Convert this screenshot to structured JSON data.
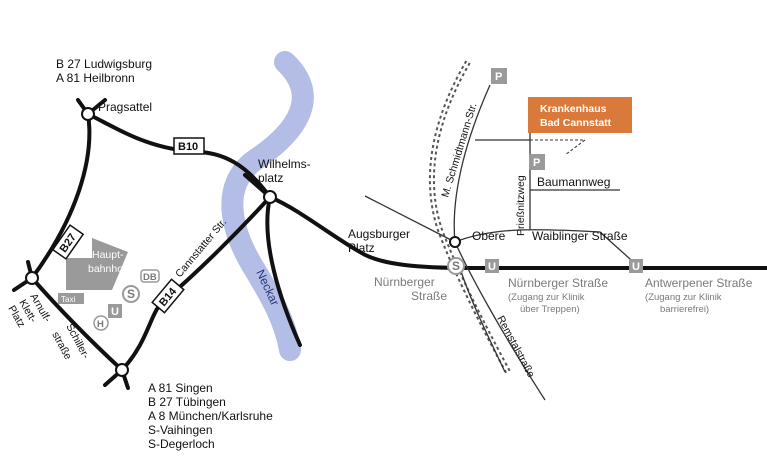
{
  "colors": {
    "road": "#111111",
    "minor_road": "#333333",
    "river": "#b3bde6",
    "station_grey": "#9a9a9a",
    "hospital": "#d97a3a",
    "text_grey": "#7a7a7a"
  },
  "icons": {
    "parking": "P",
    "sbahn": "S",
    "ubahn": "U",
    "bus": "H",
    "db": "DB",
    "taxi": "Taxi"
  },
  "labels": {
    "north_route_1": "B 27 Ludwigsburg",
    "north_route_2": "A 81 Heilbronn",
    "pragsattel": "Pragsattel",
    "b10": "B10",
    "wilhelmsplatz_1": "Wilhelms-",
    "wilhelmsplatz_2": "platz",
    "cannstatter_str": "Cannstatter Str.",
    "b27": "B27",
    "b14": "B14",
    "hbf_1": "Haupt-",
    "hbf_2": "bahnhof",
    "arnulf_1": "Arnulf-",
    "arnulf_2": "Klett-",
    "arnulf_3": "Platz",
    "schiller_1": "Schiller-",
    "schiller_2": "straße",
    "south_route_1": "A 81 Singen",
    "south_route_2": "B 27 Tübingen",
    "south_route_3": "A 8 München/Karlsruhe",
    "south_route_4": "S-Vaihingen",
    "south_route_5": "S-Degerloch",
    "neckar": "Neckar",
    "augsburger_1": "Augsburger",
    "augsburger_2": "Platz",
    "nuernberger_str_grey_1": "Nürnberger",
    "nuernberger_str_grey_2": "Straße",
    "schmidtmann": "M. Schmidtmann-Str.",
    "priessnitz": "Prießnitzweg",
    "baumann": "Baumannweg",
    "obere": "Obere",
    "waiblinger": "Waiblinger Straße",
    "hospital_1": "Krankenhaus",
    "hospital_2": "Bad Cannstatt",
    "stop_nuernberger": "Nürnberger Straße",
    "stop_nuernberger_note_1": "(Zugang zur Klinik",
    "stop_nuernberger_note_2": "über Treppen)",
    "stop_antwerpener": "Antwerpener Straße",
    "stop_antwerpener_note_1": "(Zugang zur Klinik",
    "stop_antwerpener_note_2": "barrierefrei)",
    "remstal": "Remstalstraße"
  }
}
